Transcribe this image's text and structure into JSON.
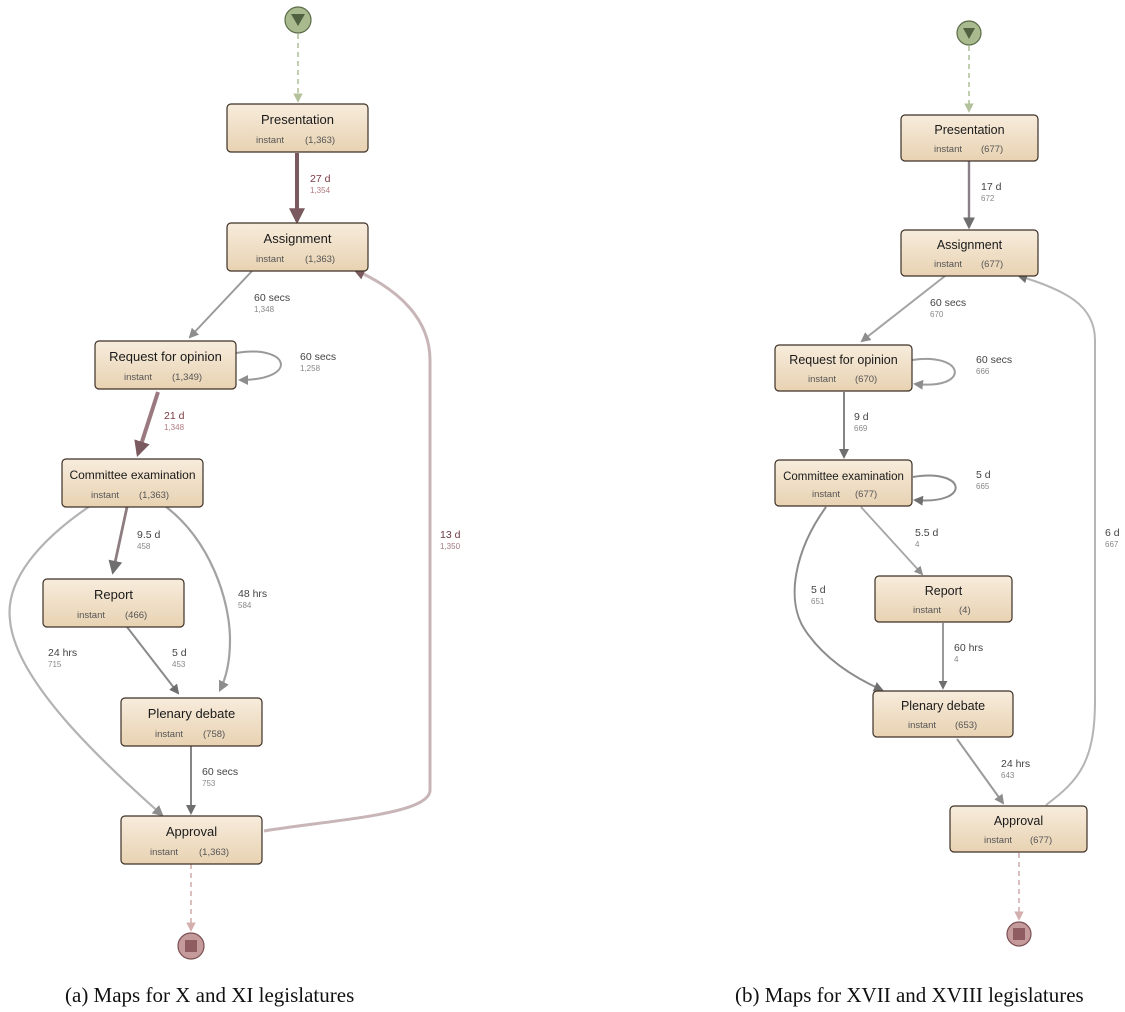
{
  "maps": [
    {
      "caption": "(a) Maps for X and XI legislatures",
      "nodes": {
        "presentation": {
          "title": "Presentation",
          "duration": "instant",
          "count": "(1,363)"
        },
        "assignment": {
          "title": "Assignment",
          "duration": "instant",
          "count": "(1,363)"
        },
        "request": {
          "title": "Request for opinion",
          "duration": "instant",
          "count": "(1,349)"
        },
        "committee": {
          "title": "Committee examination",
          "duration": "instant",
          "count": "(1,363)"
        },
        "report": {
          "title": "Report",
          "duration": "instant",
          "count": "(466)"
        },
        "plenary": {
          "title": "Plenary debate",
          "duration": "instant",
          "count": "(758)"
        },
        "approval": {
          "title": "Approval",
          "duration": "instant",
          "count": "(1,363)"
        }
      },
      "edges": {
        "pres_assign": {
          "time": "27 d",
          "count": "1,354"
        },
        "assign_request": {
          "time": "60 secs",
          "count": "1,348"
        },
        "request_loop": {
          "time": "60 secs",
          "count": "1,258"
        },
        "request_committee": {
          "time": "21 d",
          "count": "1,348"
        },
        "committee_report": {
          "time": "9.5 d",
          "count": "458"
        },
        "committee_plenary": {
          "time": "48 hrs",
          "count": "584"
        },
        "committee_approval": {
          "time": "24 hrs",
          "count": "715"
        },
        "report_plenary": {
          "time": "5 d",
          "count": "453"
        },
        "plenary_approval": {
          "time": "60 secs",
          "count": "753"
        },
        "approval_assign": {
          "time": "13 d",
          "count": "1,350"
        }
      }
    },
    {
      "caption": "(b) Maps for XVII and XVIII legislatures",
      "nodes": {
        "presentation": {
          "title": "Presentation",
          "duration": "instant",
          "count": "(677)"
        },
        "assignment": {
          "title": "Assignment",
          "duration": "instant",
          "count": "(677)"
        },
        "request": {
          "title": "Request for opinion",
          "duration": "instant",
          "count": "(670)"
        },
        "committee": {
          "title": "Committee examination",
          "duration": "instant",
          "count": "(677)"
        },
        "report": {
          "title": "Report",
          "duration": "instant",
          "count": "(4)"
        },
        "plenary": {
          "title": "Plenary debate",
          "duration": "instant",
          "count": "(653)"
        },
        "approval": {
          "title": "Approval",
          "duration": "instant",
          "count": "(677)"
        }
      },
      "edges": {
        "pres_assign": {
          "time": "17 d",
          "count": "672"
        },
        "assign_request": {
          "time": "60 secs",
          "count": "670"
        },
        "request_loop": {
          "time": "60 secs",
          "count": "666"
        },
        "request_committee": {
          "time": "9 d",
          "count": "669"
        },
        "committee_loop": {
          "time": "5 d",
          "count": "665"
        },
        "committee_report": {
          "time": "5.5 d",
          "count": "4"
        },
        "committee_plenary": {
          "time": "5 d",
          "count": "651"
        },
        "report_plenary": {
          "time": "60 hrs",
          "count": "4"
        },
        "plenary_approval": {
          "time": "24 hrs",
          "count": "643"
        },
        "approval_assign": {
          "time": "6 d",
          "count": "667"
        }
      }
    }
  ],
  "colors": {
    "node_fill_top": "#f7ecdc",
    "node_fill_bottom": "#e8d2b2",
    "start_fill": "#a9bb8e",
    "end_fill": "#c49a9a",
    "edge_gray": "#8a8a8a",
    "edge_strong": "#7a5a5e",
    "edge_light": "#c8b5b7"
  }
}
